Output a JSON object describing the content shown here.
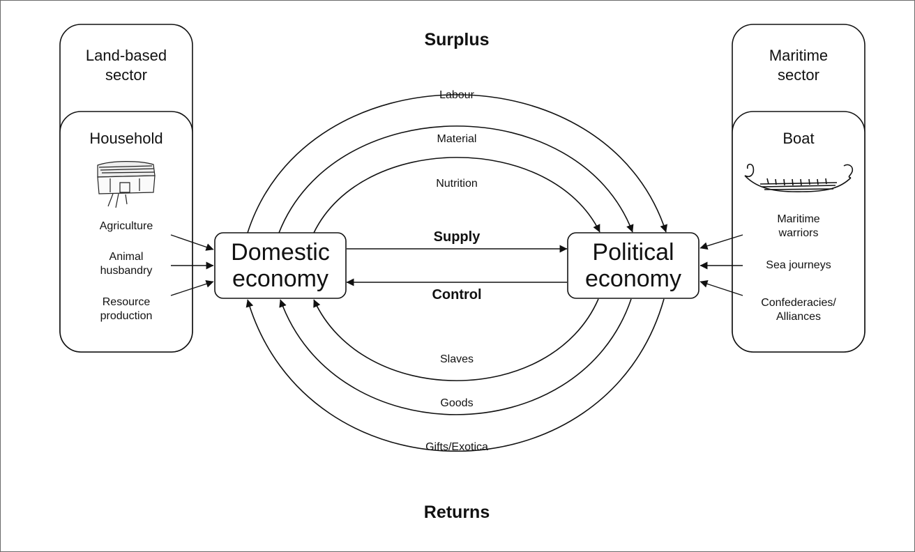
{
  "titles": {
    "top": "Surplus",
    "bottom": "Returns"
  },
  "left_sector": {
    "title": "Land-based\nsector",
    "unit": "Household",
    "unit_icon": "house-icon",
    "inputs": [
      "Agriculture",
      "Animal\nhusbandry",
      "Resource\nproduction"
    ]
  },
  "right_sector": {
    "title": "Maritime\nsector",
    "unit": "Boat",
    "unit_icon": "boat-icon",
    "inputs": [
      "Maritime\nwarriors",
      "Sea journeys",
      "Confederacies/\nAlliances"
    ]
  },
  "nodes": {
    "domestic": "Domestic\neconomy",
    "political": "Political\neconomy"
  },
  "flows": {
    "supply": "Supply",
    "control": "Control",
    "surplus": [
      "Labour",
      "Material",
      "Nutrition"
    ],
    "returns": [
      "Slaves",
      "Goods",
      "Gifts/Exotica"
    ]
  }
}
